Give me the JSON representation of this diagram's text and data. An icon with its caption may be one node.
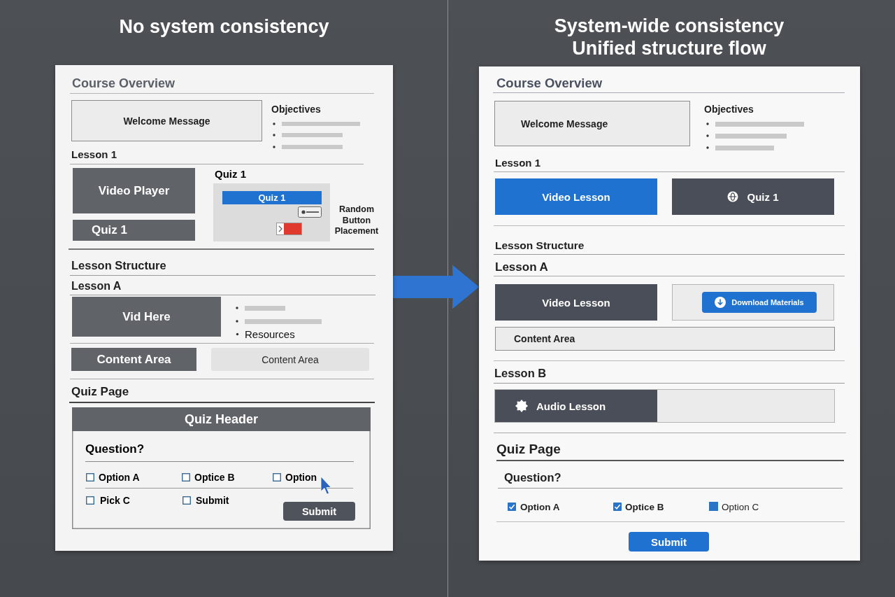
{
  "diagram": {
    "nodes": [
      {
        "text": [
          "No system consistency"
        ]
      },
      {
        "text": [
          "Welcome Message"
        ],
        "in": 0
      },
      {
        "text": [
          "Video Player"
        ],
        "in": 0
      },
      {
        "text": [
          "Quiz 1"
        ],
        "in": 0
      },
      {
        "text": [
          "Quiz 1"
        ],
        "in": 0,
        "beside": [
          "Random Button Placement"
        ]
      },
      {
        "text": [
          "Quiz 1"
        ],
        "in": 4
      },
      {
        "text": [
          "Vid Here"
        ],
        "in": 0
      },
      {
        "text": [
          "Content Area"
        ],
        "in": 0
      },
      {
        "text": [
          "Content Area"
        ],
        "in": 0
      },
      {
        "text": [
          "Quiz Header",
          "Question?",
          "Option A",
          "Optice B",
          "Option",
          "Pick C",
          "Submit"
        ],
        "in": 0
      },
      {
        "text": [
          "Submit"
        ],
        "in": 9
      },
      {
        "text": [
          "System-wide consistency Unified structure flow"
        ]
      },
      {
        "text": [
          "Welcome Message"
        ],
        "in": 11
      },
      {
        "text": [
          "Video Lesson"
        ],
        "in": 11
      },
      {
        "text": [
          "Quiz 1"
        ],
        "in": 11
      },
      {
        "text": [
          "Video Lesson"
        ],
        "in": 11
      },
      {
        "text": [],
        "shape": "box",
        "in": 11
      },
      {
        "text": [
          "Download Materials"
        ],
        "in": 16
      },
      {
        "text": [
          "Content Area"
        ],
        "in": 11
      },
      {
        "text": [
          "Audio Lesson"
        ],
        "in": 11
      },
      {
        "text": [
          "Submit"
        ],
        "in": 11
      }
    ],
    "edges": [
      {
        "from": 0,
        "to": 11,
        "arrow": "to"
      }
    ],
    "labels": [
      "Course Overview",
      "Objectives",
      "Lesson 1",
      "Lesson Structure",
      "Lesson A",
      "Resources",
      "Quiz Page",
      "Course Overview",
      "Objectives",
      "Lesson 1",
      "Lesson Structure",
      "Lesson A",
      "Lesson B",
      "Quiz Page",
      "Question?",
      "Option A",
      "Optice B",
      "Option C"
    ]
  }
}
